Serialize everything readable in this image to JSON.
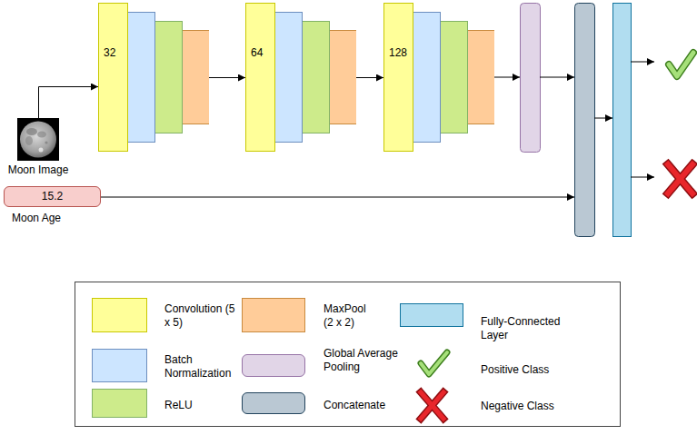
{
  "diagram": {
    "nodes": [
      {
        "text": [
          "Moon Image"
        ]
      },
      {
        "text": [
          "32"
        ]
      },
      {
        "text": [
          "64"
        ]
      },
      {
        "text": [
          "128"
        ]
      },
      {
        "text": [
          "15.2",
          "Moon Age"
        ]
      }
    ],
    "edges": [
      {
        "from": 0,
        "to": 1,
        "arrow": "to"
      },
      {
        "from": 1,
        "to": 2,
        "arrow": "to"
      },
      {
        "from": 2,
        "to": 3,
        "arrow": "to"
      }
    ],
    "legend": [
      {
        "text": "Convolution (5 x 5)",
        "color": "#FFFF99"
      },
      {
        "text": "Batch Normalization",
        "color": "#CCE5FF"
      },
      {
        "text": "ReLU",
        "color": "#CDEB8B"
      },
      {
        "text": "MaxPool (2 x 2)",
        "color": "#FFCC99"
      },
      {
        "text": "Global Average Pooling",
        "color": "#E1D5E7"
      },
      {
        "text": "Concatenate",
        "color": "#BAC8D3"
      },
      {
        "text": "Fully-Connected Layer",
        "color": "#B1DDF0"
      },
      {
        "text": "Positive Class"
      },
      {
        "text": "Negative Class"
      }
    ]
  }
}
